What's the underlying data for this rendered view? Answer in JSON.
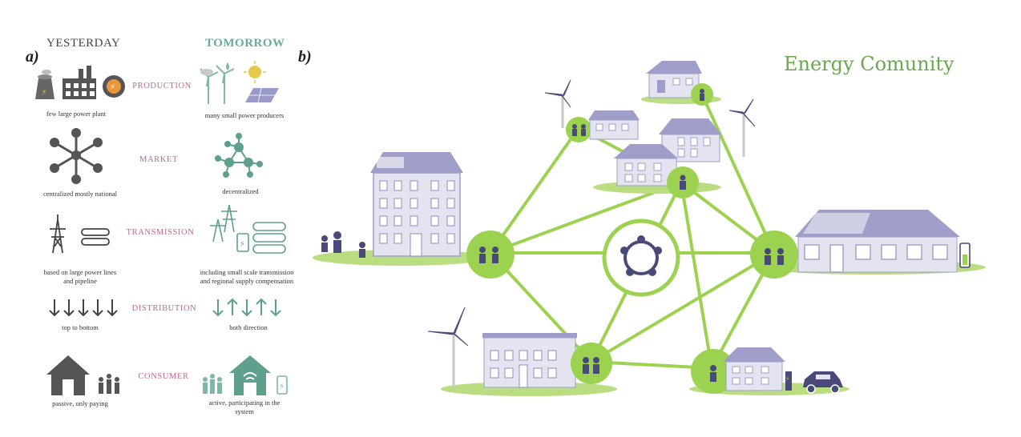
{
  "panel_a": {
    "label": "a)",
    "col_yesterday": "YESTERDAY",
    "col_tomorrow": "TOMORROW",
    "rows": [
      {
        "category": "PRODUCTION",
        "yesterday_caption": "few large power plant",
        "tomorrow_caption": "many small power producers",
        "yesterday_icon": "power-plant-icon",
        "tomorrow_icon": "wind-solar-icon"
      },
      {
        "category": "MARKET",
        "yesterday_caption": "centralized mostly national",
        "tomorrow_caption": "decentralized",
        "yesterday_icon": "centralized-network-icon",
        "tomorrow_icon": "decentralized-network-icon"
      },
      {
        "category": "TRANSMISSION",
        "yesterday_caption_line1": "based on large power lines",
        "yesterday_caption_line2": "and pipeline",
        "tomorrow_caption_line1": "including small scale transmission",
        "tomorrow_caption_line2": "and regional supply compensation",
        "yesterday_icon": "pylon-pipeline-icon",
        "tomorrow_icon": "small-pylons-battery-pipes-icon"
      },
      {
        "category": "DISTRIBUTION",
        "yesterday_caption": "top to bottom",
        "tomorrow_caption": "both direction",
        "yesterday_icon": "down-arrows-icon",
        "tomorrow_icon": "bidirectional-arrows-icon"
      },
      {
        "category": "CONSUMER",
        "yesterday_caption": "passive, only paying",
        "tomorrow_caption_line1": "active, participating in the",
        "tomorrow_caption_line2": "system",
        "yesterday_icon": "house-family-icon",
        "tomorrow_icon": "smart-house-family-battery-icon"
      }
    ]
  },
  "panel_b": {
    "label": "b)",
    "title": "Energy Comunity",
    "hub_icon": "community-people-circle-icon"
  },
  "colors": {
    "yesterday_gray": "#444444",
    "tomorrow_teal": "#5e9f8e",
    "category_pink": "#b86a92",
    "network_green": "#9cd250",
    "building_lavender": "#9e9ec8",
    "title_green": "#6aa84f"
  }
}
